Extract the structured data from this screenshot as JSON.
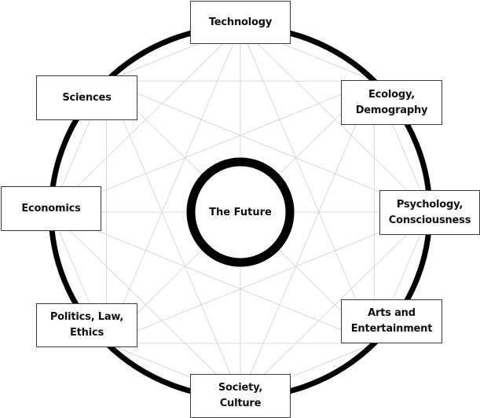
{
  "center": {
    "label": "The Future"
  },
  "nodes": [
    {
      "id": "technology",
      "label": "Technology"
    },
    {
      "id": "ecology",
      "label": "Ecology,\nDemography"
    },
    {
      "id": "psychology",
      "label": "Psychology,\nConsciousness"
    },
    {
      "id": "arts",
      "label": "Arts and\nEntertainment"
    },
    {
      "id": "society",
      "label": "Society,\nCulture"
    },
    {
      "id": "politics",
      "label": "Politics, Law,\nEthics"
    },
    {
      "id": "economics",
      "label": "Economics"
    },
    {
      "id": "sciences",
      "label": "Sciences"
    }
  ],
  "style": {
    "ring_color": "#000000",
    "chord_color": "#d9d9d9",
    "box_border": "#3a3a3a"
  }
}
